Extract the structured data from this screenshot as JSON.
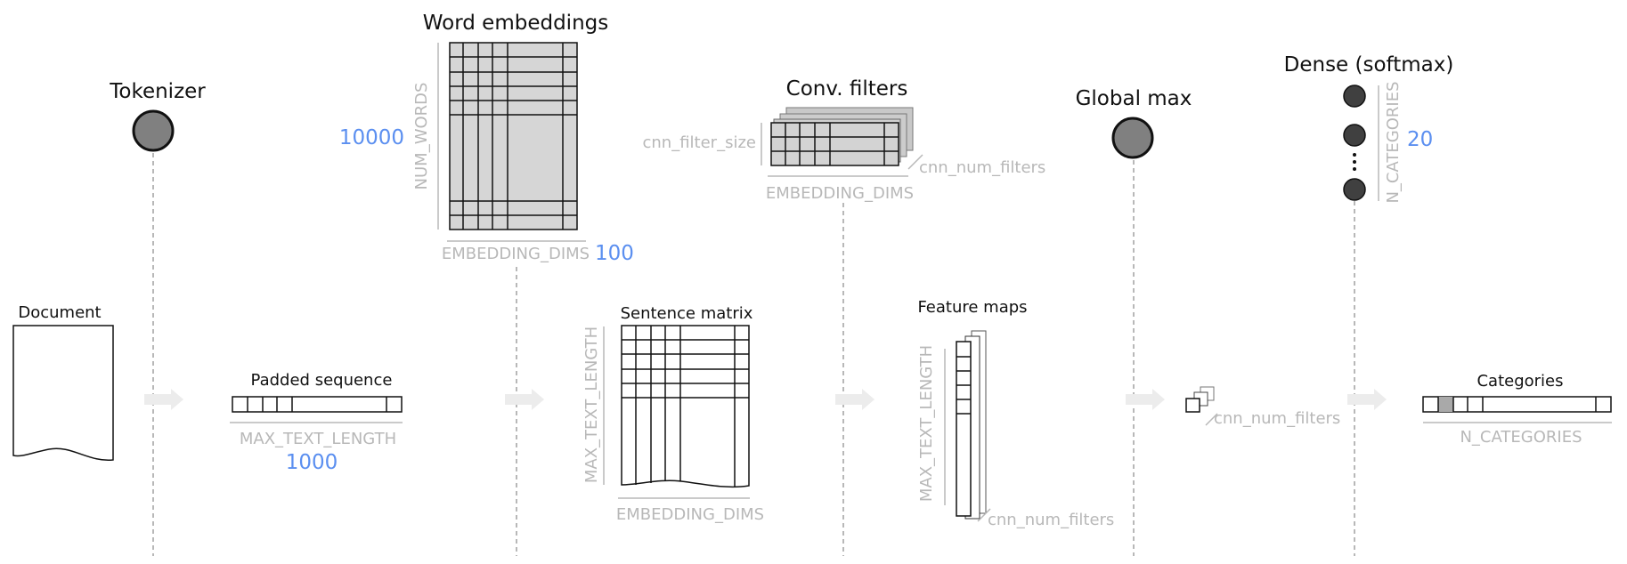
{
  "stages": {
    "tokenizer": {
      "title": "Tokenizer"
    },
    "embeddings": {
      "title": "Word embeddings",
      "rows_label": "NUM_WORDS",
      "rows_value": "10000",
      "cols_label": "EMBEDDING_DIMS",
      "cols_value": "100"
    },
    "filters": {
      "title": "Conv. filters",
      "size_label": "cnn_filter_size",
      "count_label": "cnn_num_filters",
      "dims_label": "EMBEDDING_DIMS"
    },
    "global_max": {
      "title": "Global max"
    },
    "dense": {
      "title": "Dense (softmax)",
      "units_label": "N_CATEGORIES",
      "units_value": "20"
    }
  },
  "data_flow": {
    "document": {
      "title": "Document"
    },
    "padded": {
      "title": "Padded sequence",
      "length_label": "MAX_TEXT_LENGTH",
      "length_value": "1000"
    },
    "sentence_matrix": {
      "title": "Sentence matrix",
      "rows_label": "MAX_TEXT_LENGTH",
      "cols_label": "EMBEDDING_DIMS"
    },
    "feature_maps": {
      "title": "Feature maps",
      "rows_label": "MAX_TEXT_LENGTH",
      "count_label": "cnn_num_filters"
    },
    "pooled": {
      "count_label": "cnn_num_filters"
    },
    "categories": {
      "title": "Categories",
      "length_label": "N_CATEGORIES"
    }
  },
  "colors": {
    "node": "#808080",
    "dark_node": "#404040",
    "accent": "#5b8ff0",
    "dim": "#b8b8b8",
    "matrix_fill": "#d6d6d6"
  }
}
